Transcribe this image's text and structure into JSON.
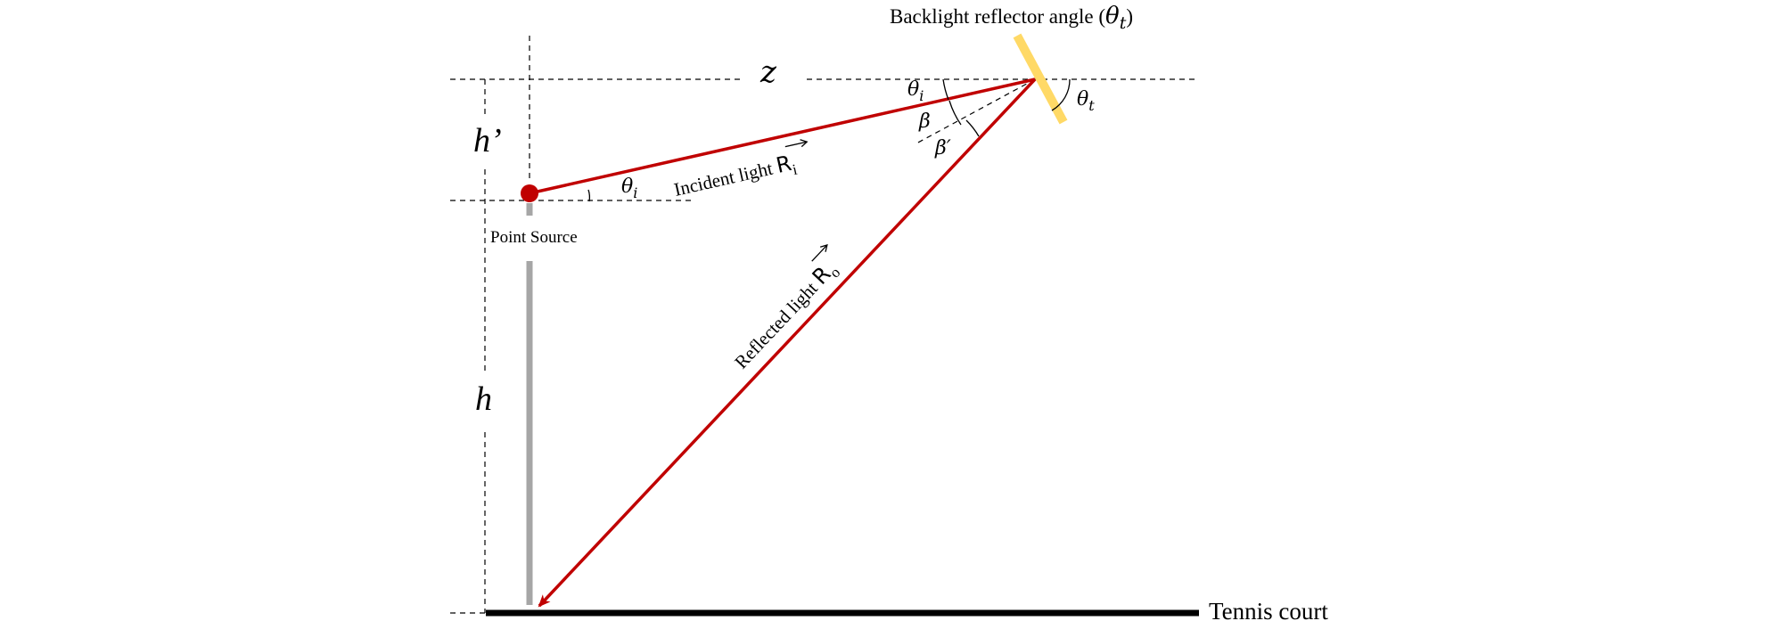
{
  "labels": {
    "title_prefix": "Backlight reflector angle (",
    "title_theta": "θ",
    "title_sub": "t",
    "title_suffix": ")",
    "z": "z",
    "h_prime": "h’",
    "h": "h",
    "point_source": "Point Source",
    "incident_text": "Incident light ",
    "incident_vector": "R",
    "incident_sub": "i",
    "reflected_text": "Reflected light ",
    "reflected_vector": "R",
    "reflected_sub": "o",
    "theta": "θ",
    "sub_i": "i",
    "sub_t": "t",
    "beta": "β",
    "beta_prime": "β′",
    "tennis_court": "Tennis court"
  },
  "colors": {
    "ray": "#c00000",
    "source": "#c00000",
    "reflector": "#ffd966",
    "pole": "#a6a6a6",
    "court": "#000000"
  }
}
